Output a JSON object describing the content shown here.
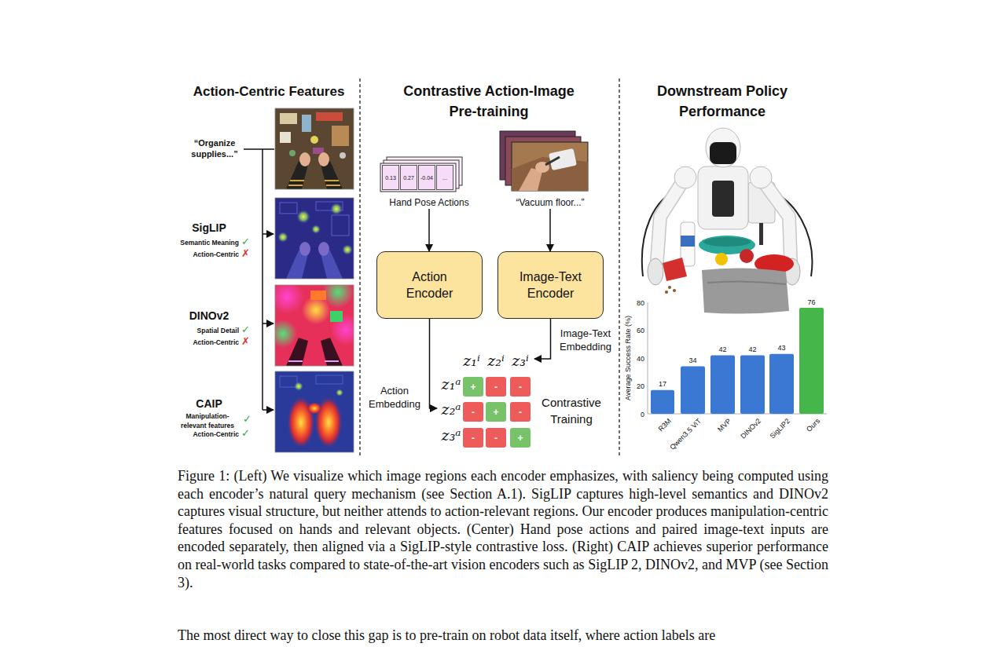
{
  "diagram": {
    "caption": "Figure 1: (Left) We visualize which image regions each encoder emphasizes, with saliency being computed using each encoder’s natural query mechanism (see Section A.1). SigLIP captures high-level semantics and DINOv2 captures visual structure, but neither attends to action-relevant regions. Our encoder produces manipulation-centric features focused on hands and relevant objects. (Center) Hand pose actions and paired image-text inputs are encoded separately, then aligned via a SigLIP-style contrastive loss. (Right) CAIP achieves superior performance on real-world tasks compared to state-of-the-art vision encoders such as SigLIP 2, DINOv2, and MVP (see Section 3).",
    "nodes": [
      {
        "text": [
          "Hand Pose Actions"
        ]
      },
      {
        "text": [
          "0.13"
        ],
        "in": 0
      },
      {
        "text": [
          "0.27"
        ],
        "in": 0
      },
      {
        "text": [
          "-0.04"
        ],
        "in": 0
      },
      {
        "text": [
          "..."
        ],
        "in": 0
      },
      {
        "text": [
          "“Vacuum floor...”"
        ]
      },
      {
        "text": [
          "Action Encoder"
        ]
      },
      {
        "text": [
          "Image-Text Encoder"
        ]
      },
      {
        "text": [
          "Contrastive Training"
        ]
      },
      {
        "text": [
          "+"
        ],
        "in": 8
      },
      {
        "text": [
          "-"
        ],
        "in": 8
      },
      {
        "text": [
          "-"
        ],
        "in": 8
      },
      {
        "text": [
          "-"
        ],
        "in": 8
      },
      {
        "text": [
          "+"
        ],
        "in": 8
      },
      {
        "text": [
          "-"
        ],
        "in": 8
      },
      {
        "text": [
          "-"
        ],
        "in": 8
      },
      {
        "text": [
          "-"
        ],
        "in": 8
      },
      {
        "text": [
          "+"
        ],
        "in": 8
      }
    ],
    "edges": [
      {
        "from": 0,
        "to": 6,
        "arrow": "to"
      },
      {
        "from": 5,
        "to": 7,
        "arrow": "to"
      },
      {
        "from": 6,
        "to": 8,
        "label": "Action Embedding",
        "arrow": "to"
      },
      {
        "from": 7,
        "to": 8,
        "label": "Image-Text Embedding",
        "arrow": "to"
      }
    ],
    "labels": [
      "Action-Centric Features",
      "“Organize supplies...”",
      "SigLIP",
      "Semantic Meaning",
      "✓",
      "Action-Centric",
      "✗",
      "DINOv2",
      "Spatial Detail",
      "✓",
      "Action-Centric",
      "✗",
      "CAIP",
      "Manipulation-relevant features",
      "✓",
      "Action-Centric",
      "✓",
      "Contrastive Action-Image Pre-training",
      "z₁ⁱ",
      "z₂ⁱ",
      "z₃ⁱ",
      "z₁ᵃ",
      "z₂ᵃ",
      "z₃ᵃ",
      "Downstream Policy Performance",
      "80",
      "60",
      "40",
      "20",
      "0",
      "Average Success Rate (%)",
      "17",
      "34",
      "42",
      "42",
      "43",
      "76",
      "R3M",
      "Qwen3.5 ViT",
      "MVP",
      "DINOv2",
      "SigLIP2",
      "Ours",
      "The most direct way to close this gap is to pre-train on robot data itself, where action labels are"
    ]
  }
}
